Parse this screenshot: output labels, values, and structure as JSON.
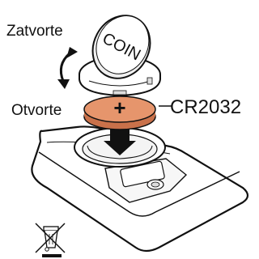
{
  "labels": {
    "close": "Zatvorte",
    "open": "Otvorte",
    "battery_type": "CR2032",
    "cover_text": "COIN",
    "battery_sign": "+"
  },
  "icons": {
    "rotation": "curved-double-arrow-icon",
    "insert": "down-arrow-icon",
    "disposal": "crossed-out-wheelie-bin-icon"
  },
  "colors": {
    "battery": "#e6956c",
    "battery_dark": "#c9714a",
    "outline": "#111111"
  }
}
